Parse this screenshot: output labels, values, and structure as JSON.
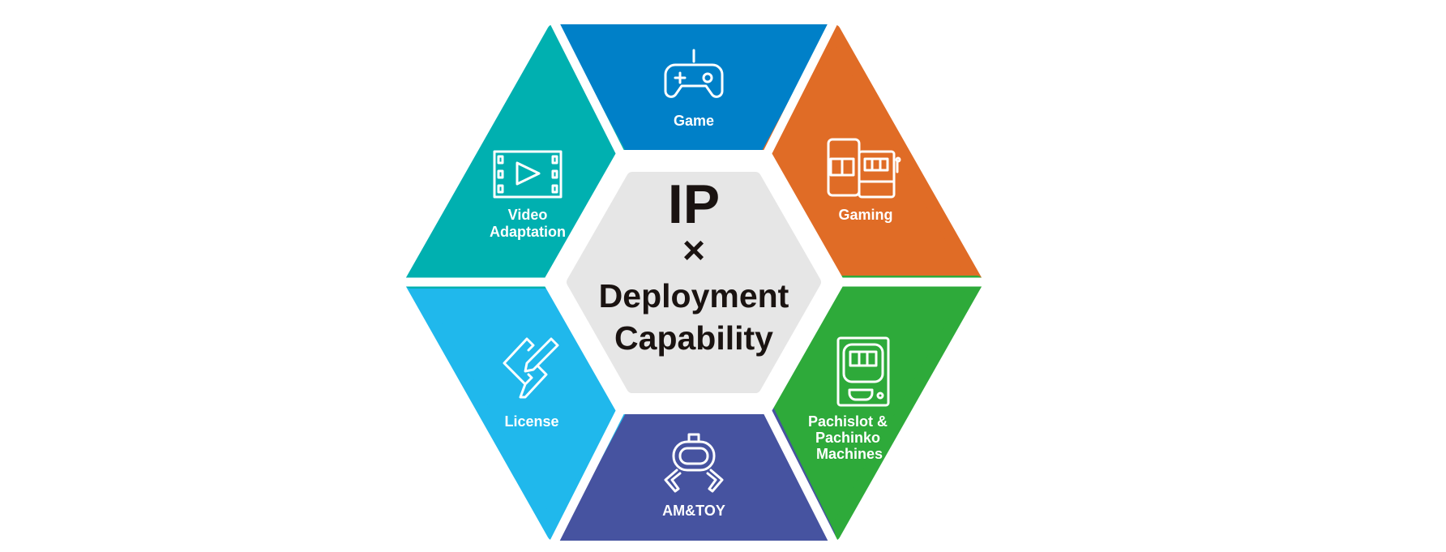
{
  "center": {
    "line1": "IP",
    "line2": "×",
    "line3": "Deployment",
    "line4": "Capability",
    "color": "#e6e6e6"
  },
  "segments": {
    "game": {
      "label": "Game",
      "icon": "gamepad-icon",
      "color": "#0080c8"
    },
    "gaming": {
      "label": "Gaming",
      "icon": "slot-machine-phone-icon",
      "color": "#e06c26"
    },
    "pachislot": {
      "line1": "Pachislot &",
      "line2": "Pachinko",
      "line3": "Machines",
      "icon": "pachinko-machine-icon",
      "color": "#2eaa3a"
    },
    "amtoy": {
      "label": "AM&TOY",
      "icon": "crane-claw-icon",
      "color": "#4653a0"
    },
    "license": {
      "label": "License",
      "icon": "scroll-pen-icon",
      "color": "#20b8ec"
    },
    "video": {
      "line1": "Video",
      "line2": "Adaptation",
      "icon": "film-play-icon",
      "color": "#00b0b0"
    }
  }
}
